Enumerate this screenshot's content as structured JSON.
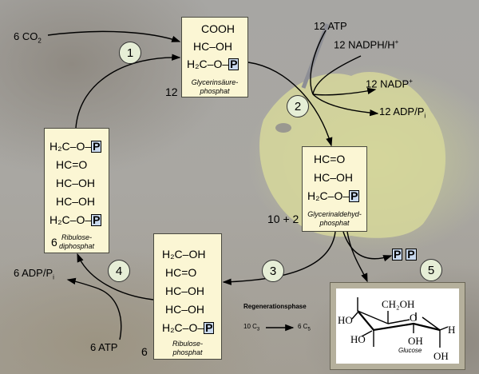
{
  "inputs": {
    "co2": "6  CO",
    "co2_sub": "2",
    "gs_count": "12",
    "atp": "12 ATP",
    "nadph": "12 NADPH/H",
    "nadph_sup": "+",
    "nadp": "12 NADP",
    "nadp_sup": "+",
    "adp": "12 ADP/P",
    "adp_sub": "i",
    "gald_count": "10 + 2",
    "rudp_count": "6",
    "adp6": "6 ADP/P",
    "adp6_sub": "i",
    "atp6": "6 ATP",
    "rup_count": "6"
  },
  "steps": [
    "1",
    "2",
    "3",
    "4",
    "5"
  ],
  "phosphate": "P",
  "glycerinsaeure": {
    "lines": [
      "COOH",
      "HC–OH",
      "H₂C–O–"
    ],
    "caption1": "Glycerinsäure-",
    "caption2": "phosphat"
  },
  "glycerinaldehyd": {
    "lines": [
      "HC=O",
      "HC–OH",
      "H₂C–O–"
    ],
    "caption1": "Glycerinaldehyd-",
    "caption2": "phosphat"
  },
  "ribulosephosphat": {
    "lines": [
      "H₂C–OH",
      "HC=O",
      "HC–OH",
      "HC–OH",
      "H₂C–O–"
    ],
    "caption1": "Ribulose-",
    "caption2": "phosphat"
  },
  "ribulosediphosphat": {
    "lines": [
      "H₂C–O–",
      "HC=O",
      "HC–OH",
      "HC–OH",
      "H₂C–O–"
    ],
    "caption1": "Ribulose-",
    "caption2": "diphosphat"
  },
  "regeneration": {
    "title": "Regenerationsphase",
    "from": "10 C",
    "from_sub": "3",
    "to": "6 C",
    "to_sub": "5"
  },
  "glucose": {
    "ch2oh": "CH₂OH",
    "o": "O",
    "ho1": "HO",
    "ho2": "HO",
    "oh1": "OH",
    "oh2": "OH",
    "h": "H",
    "caption": "Glucose"
  }
}
